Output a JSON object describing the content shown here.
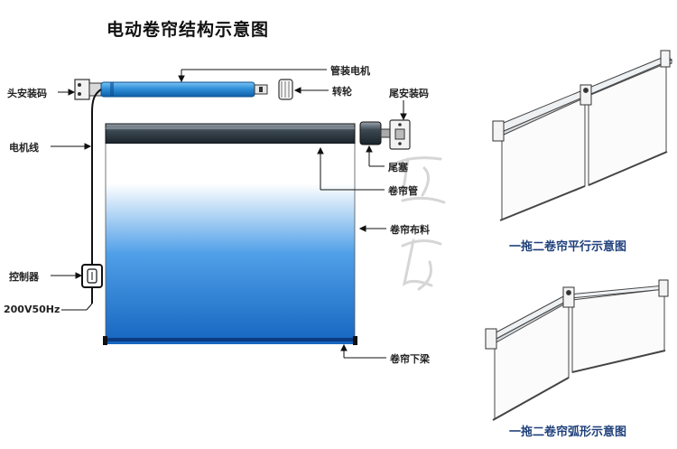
{
  "title": "电动卷帘结构示意图",
  "labels": {
    "head_bracket": "头安装码",
    "motor_wire": "电机线",
    "controller": "控制器",
    "power": "200V50Hz",
    "tube_motor": "管装电机",
    "drive_wheel": "转轮",
    "tail_bracket": "尾安装码",
    "end_plug": "尾塞",
    "roller_tube": "卷帘管",
    "fabric": "卷帘布料",
    "bottom_rail": "卷帘下梁"
  },
  "captions": {
    "parallel": "一拖二卷帘平行示意图",
    "arc": "一拖二卷帘弧形示意图"
  },
  "colors": {
    "motor_blue": "#2f8fd8",
    "fabric_top": "#ffffff",
    "fabric_bottom": "#1565c0",
    "tube_dark": "#2a3640",
    "caption": "#1e3f7a"
  }
}
